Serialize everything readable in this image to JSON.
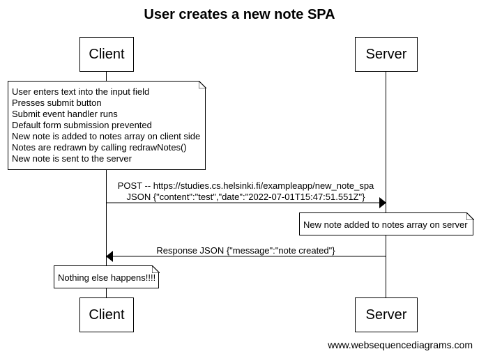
{
  "title": "User creates a new note SPA",
  "participants": {
    "client": "Client",
    "server": "Server"
  },
  "notes": {
    "client_steps": [
      "User enters text into the input field",
      "Presses submit button",
      "Submit event handler runs",
      "Default form submission prevented",
      "New note is added to notes array on client side",
      "Notes are redrawn by calling redrawNotes()",
      "New note is sent to the server"
    ],
    "server_added": "New note added to notes array on server",
    "nothing_else": "Nothing else happens!!!!"
  },
  "messages": {
    "post_line1": "POST -- https://studies.cs.helsinki.fi/exampleapp/new_note_spa",
    "post_line2": "JSON {\"content\":\"test\",\"date\":\"2022-07-01T15:47:51.551Z\"}",
    "response": "Response JSON {\"message\":\"note created\"}"
  },
  "footer": "www.websequencediagrams.com"
}
